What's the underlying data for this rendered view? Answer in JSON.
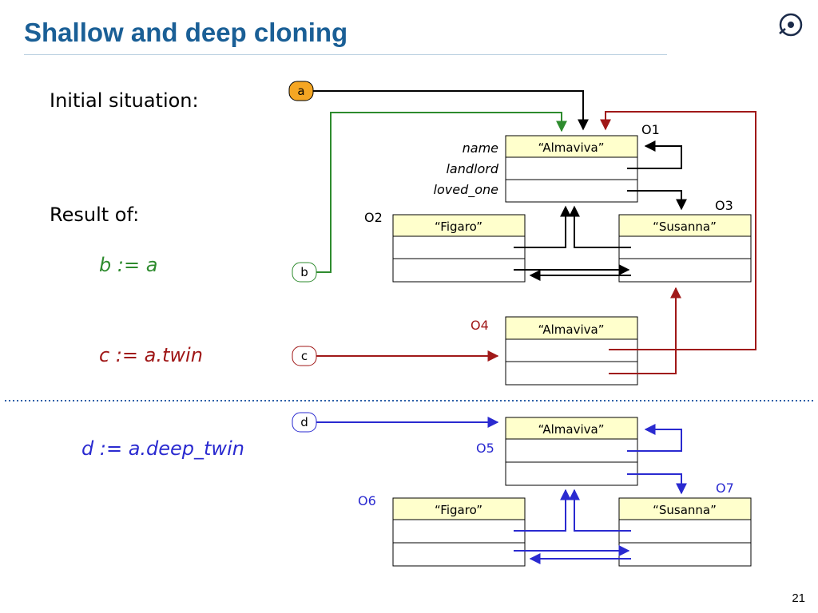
{
  "title": "Shallow and deep cloning",
  "page_number": "21",
  "labels": {
    "initial": "Initial situation:",
    "result": "Result of:"
  },
  "statements": {
    "b": "b := a",
    "c": "c := a.twin",
    "d": "d := a.deep_twin"
  },
  "field_labels": [
    "name",
    "landlord",
    "loved_one"
  ],
  "objects": {
    "O1": {
      "tag": "O1",
      "value": "“Almaviva”"
    },
    "O2": {
      "tag": "O2",
      "value": "“Figaro”"
    },
    "O3": {
      "tag": "O3",
      "value": "“Susanna”"
    },
    "O4": {
      "tag": "O4",
      "value": "“Almaviva”"
    },
    "O5": {
      "tag": "O5",
      "value": "“Almaviva”"
    },
    "O6": {
      "tag": "O6",
      "value": "“Figaro”"
    },
    "O7": {
      "tag": "O7",
      "value": "“Susanna”"
    }
  },
  "references": {
    "a": "a",
    "b": "b",
    "c": "c",
    "d": "d"
  },
  "colors": {
    "title": "#1a5f96",
    "object_fill": "#ffffcc",
    "ref_a_fill": "#f5a623",
    "green": "#2e8b2e",
    "dark_red": "#a01818",
    "blue": "#2a2ad0",
    "divider": "#2b5fa8"
  }
}
